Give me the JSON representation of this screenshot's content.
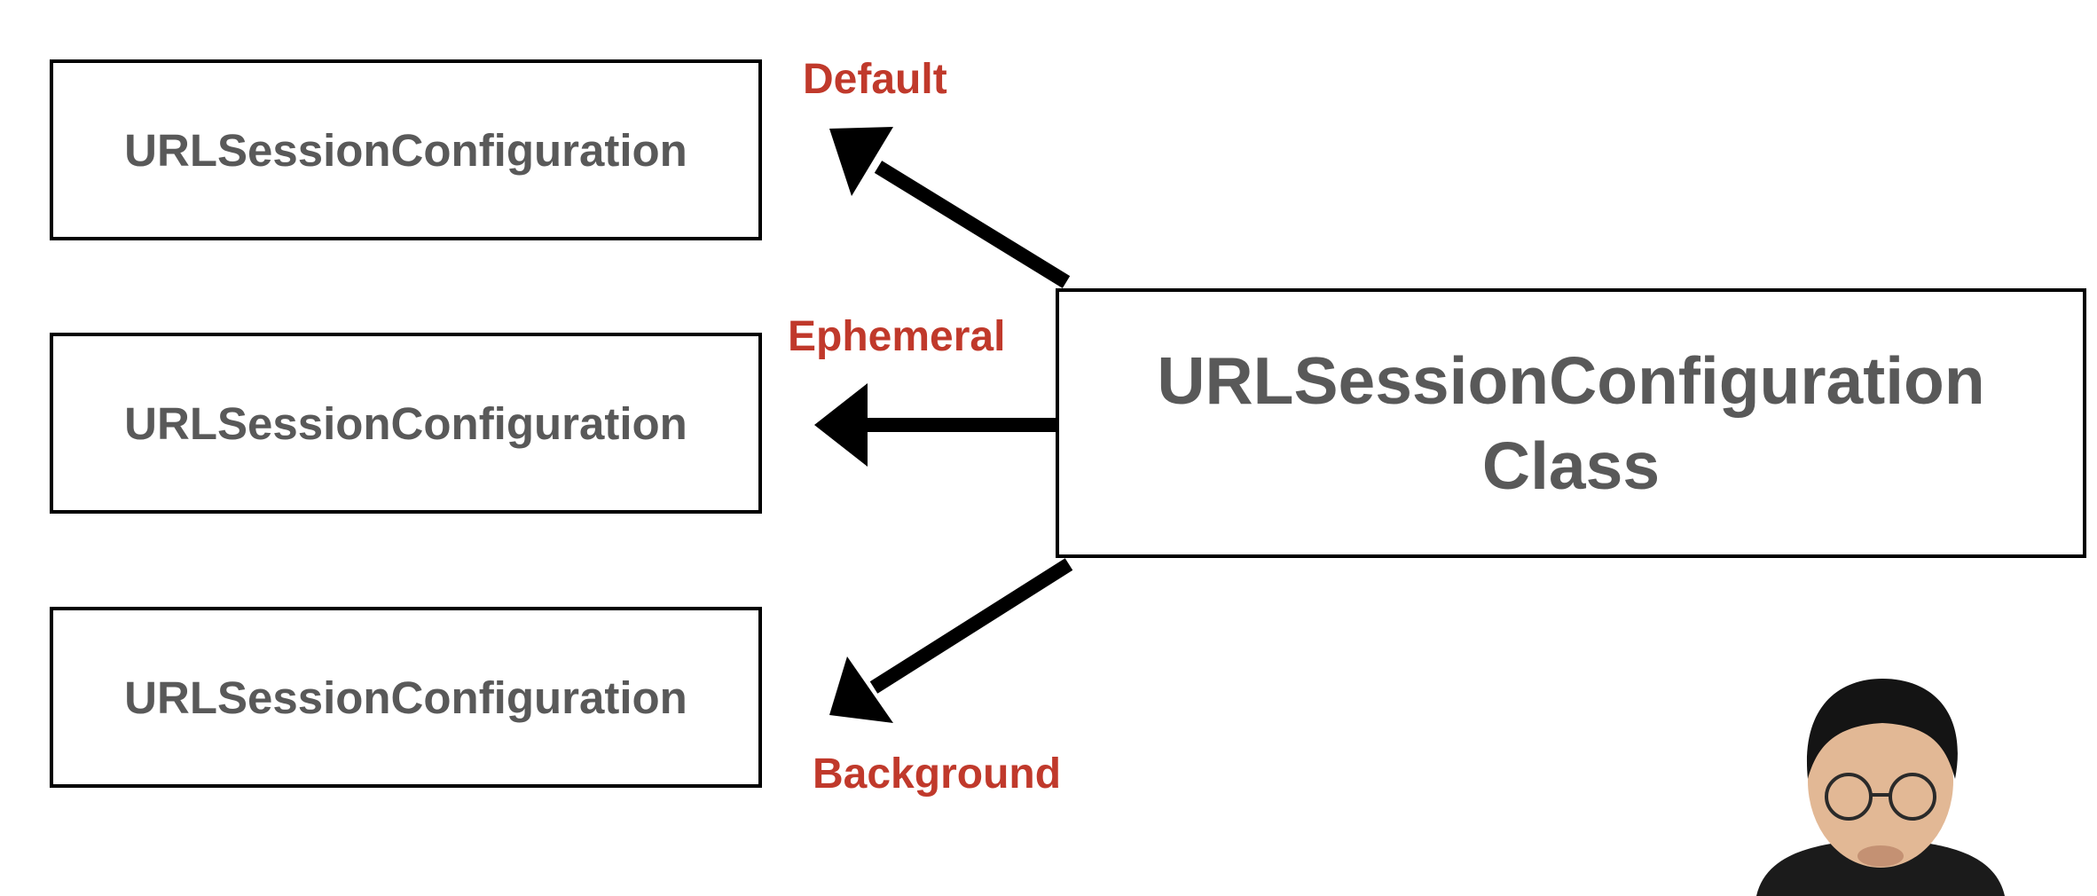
{
  "diagram": {
    "source_class": {
      "line1": "URLSessionConfiguration",
      "line2": "Class"
    },
    "configurations": [
      {
        "box_label": "URLSessionConfiguration",
        "type_label": "Default"
      },
      {
        "box_label": "URLSessionConfiguration",
        "type_label": "Ephemeral"
      },
      {
        "box_label": "URLSessionConfiguration",
        "type_label": "Background"
      }
    ]
  },
  "colors": {
    "type_label": "#c0392b",
    "box_text": "#595959",
    "arrow": "#000000"
  }
}
